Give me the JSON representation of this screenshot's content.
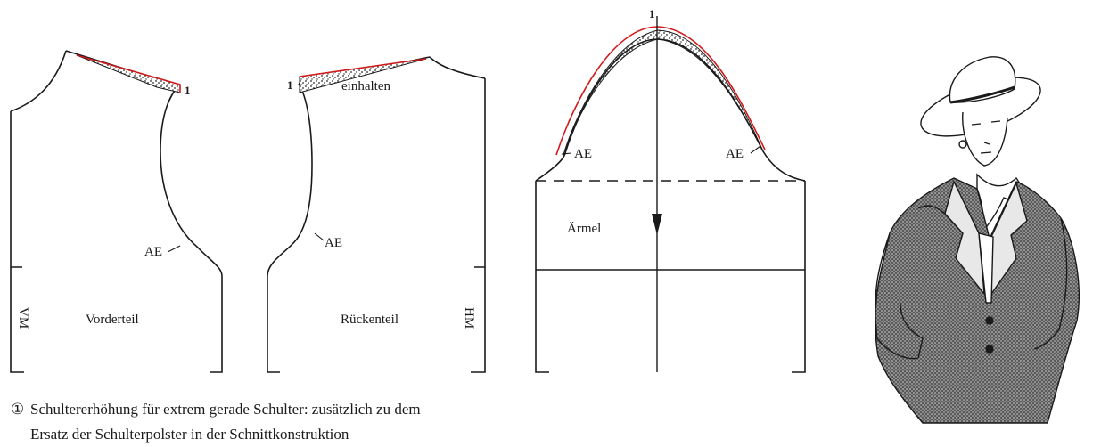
{
  "labels": {
    "point_one": "1",
    "armhole_front": "AE",
    "armhole_back": "AE",
    "ease_note": "einhalten",
    "front_piece": "Vorderteil",
    "back_piece": "Rückenteil",
    "front_middle": "VM",
    "back_middle": "HM",
    "sleeve_piece": "Ärmel",
    "sleeve_ae_left": "AE",
    "sleeve_ae_right": "AE"
  },
  "caption": {
    "marker": "①",
    "line1": "Schultererhöhung für extrem gerade Schulter: zusätzlich zu dem",
    "line2": "Ersatz der Schulterpolster in der Schnittkonstruktion"
  },
  "colors": {
    "outline": "#1a1a1a",
    "highlight": "#d11a1a",
    "hatch": "#2a2a2a"
  },
  "illustration": {
    "subject": "woman-in-hat-and-tailored-jacket"
  }
}
